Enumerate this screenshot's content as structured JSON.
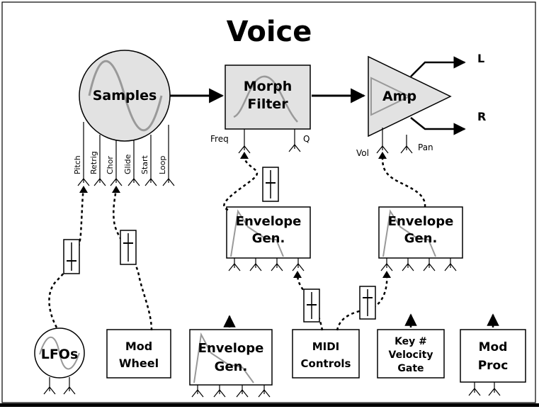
{
  "title": "Voice",
  "blocks": {
    "samples": "Samples",
    "morph_filter": [
      "Morph",
      "Filter"
    ],
    "amp": "Amp",
    "env_filter": [
      "Envelope",
      "Gen."
    ],
    "env_amp": [
      "Envelope",
      "Gen."
    ],
    "lfos": "LFOs",
    "mod_wheel": [
      "Mod",
      "Wheel"
    ],
    "env_bottom": [
      "Envelope",
      "Gen."
    ],
    "midi_controls": [
      "MIDI",
      "Controls"
    ],
    "key_velocity_gate": [
      "Key #",
      "Velocity",
      "Gate"
    ],
    "mod_proc": [
      "Mod",
      "Proc"
    ]
  },
  "sample_inputs": [
    "Pitch",
    "Retrig",
    "Chor",
    "Glide",
    "Start",
    "Loop"
  ],
  "filter_inputs": {
    "freq": "Freq",
    "q": "Q"
  },
  "amp_inputs": {
    "vol": "Vol",
    "pan": "Pan"
  },
  "outputs": {
    "left": "L",
    "right": "R"
  }
}
